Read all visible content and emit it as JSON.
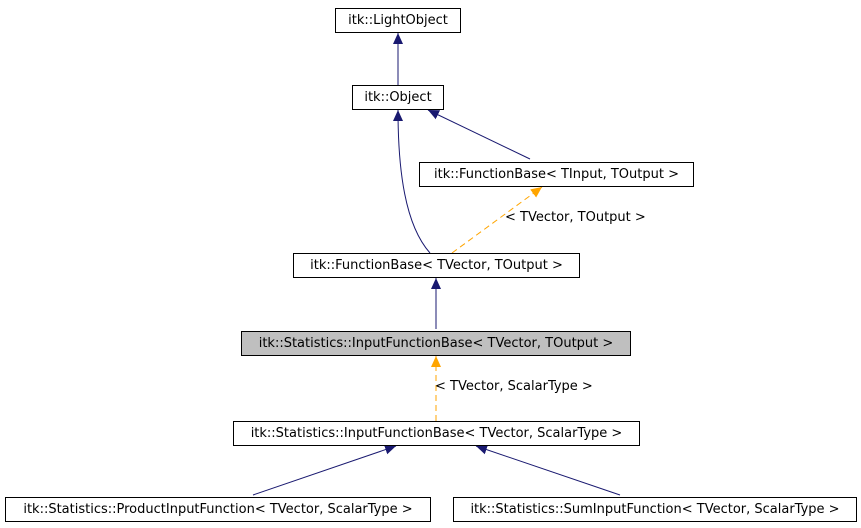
{
  "nodes": {
    "light_object": "itk::LightObject",
    "object": "itk::Object",
    "function_base_generic": "itk::FunctionBase< TInput, TOutput >",
    "function_base_vector": "itk::FunctionBase< TVector, TOutput >",
    "input_function_base_output": "itk::Statistics::InputFunctionBase< TVector, TOutput >",
    "input_function_base_scalar": "itk::Statistics::InputFunctionBase< TVector, ScalarType >",
    "product_input_function": "itk::Statistics::ProductInputFunction< TVector, ScalarType >",
    "sum_input_function": "itk::Statistics::SumInputFunction< TVector, ScalarType >"
  },
  "edge_labels": {
    "function_base_template": "< TVector, TOutput >",
    "input_function_base_template": "< TVector, ScalarType >"
  },
  "colors": {
    "inheritance_edge": "#191970",
    "template_edge": "#ffa500",
    "current_node_fill": "#bfbfbf"
  }
}
